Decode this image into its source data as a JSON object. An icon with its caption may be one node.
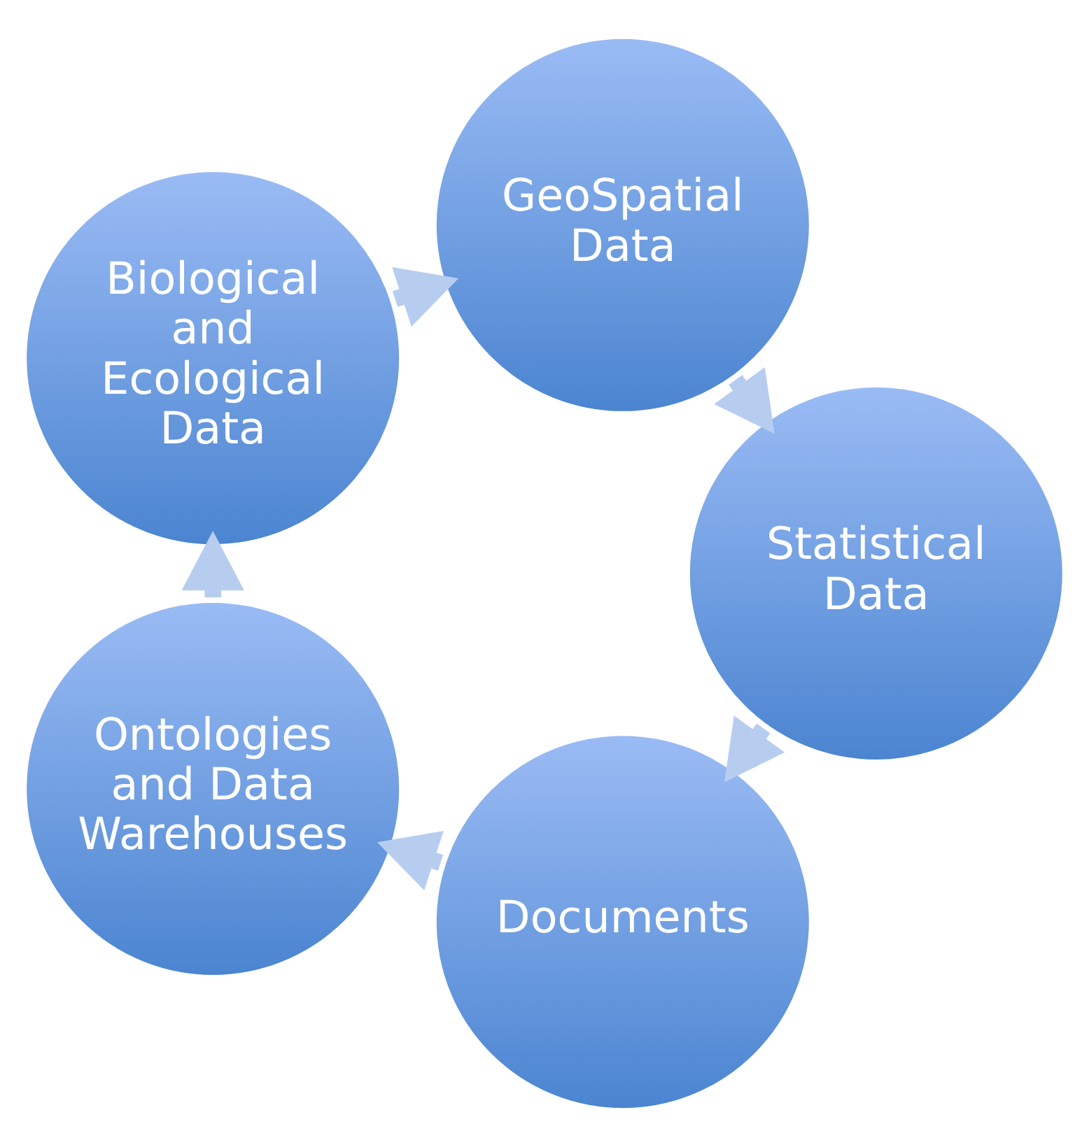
{
  "diagram": {
    "nodes": [
      {
        "text": [
          "Documents"
        ]
      },
      {
        "text": [
          "Ontologies and Data Warehouses"
        ]
      },
      {
        "text": [
          "Biological and Ecological Data"
        ]
      },
      {
        "text": [
          "GeoSpatial Data"
        ]
      },
      {
        "text": [
          "Statistical Data"
        ]
      }
    ],
    "edges": [
      {
        "from": 0,
        "to": 1,
        "arrow": "to"
      },
      {
        "from": 1,
        "to": 2,
        "arrow": "to"
      },
      {
        "from": 2,
        "to": 3,
        "arrow": "to"
      },
      {
        "from": 3,
        "to": 4,
        "arrow": "to"
      },
      {
        "from": 4,
        "to": 0,
        "arrow": "to"
      }
    ]
  }
}
